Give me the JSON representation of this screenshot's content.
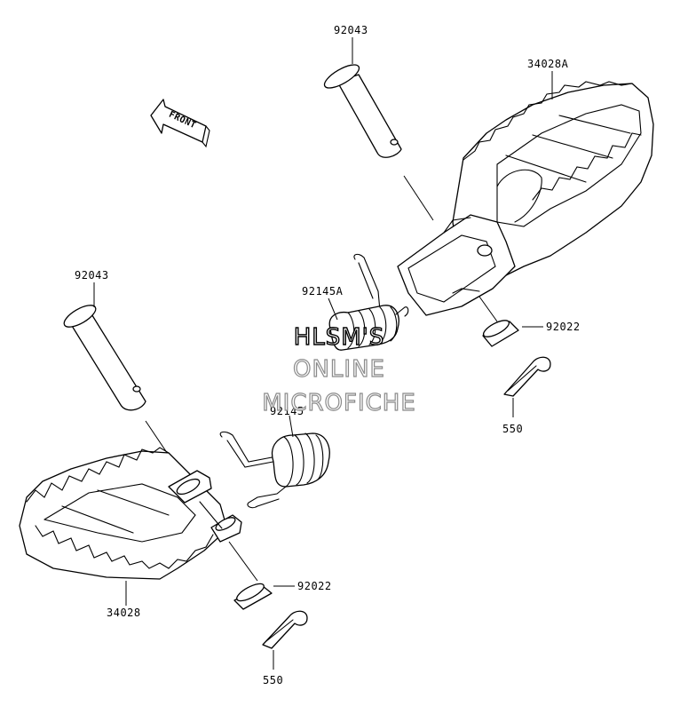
{
  "diagram": {
    "callouts": {
      "pin_top": "92043",
      "footpeg_right": "34028A",
      "spring_a": "92145A",
      "washer_top": "92022",
      "cotter_top": "550",
      "pin_left": "92043",
      "spring_b": "92145",
      "footpeg_left": "34028",
      "washer_bottom": "92022",
      "cotter_bottom": "550"
    },
    "front_arrow": "FRONT",
    "watermark": {
      "line1": "HLSM'S",
      "line2": "ONLINE",
      "line3": "MICROFICHE"
    }
  }
}
